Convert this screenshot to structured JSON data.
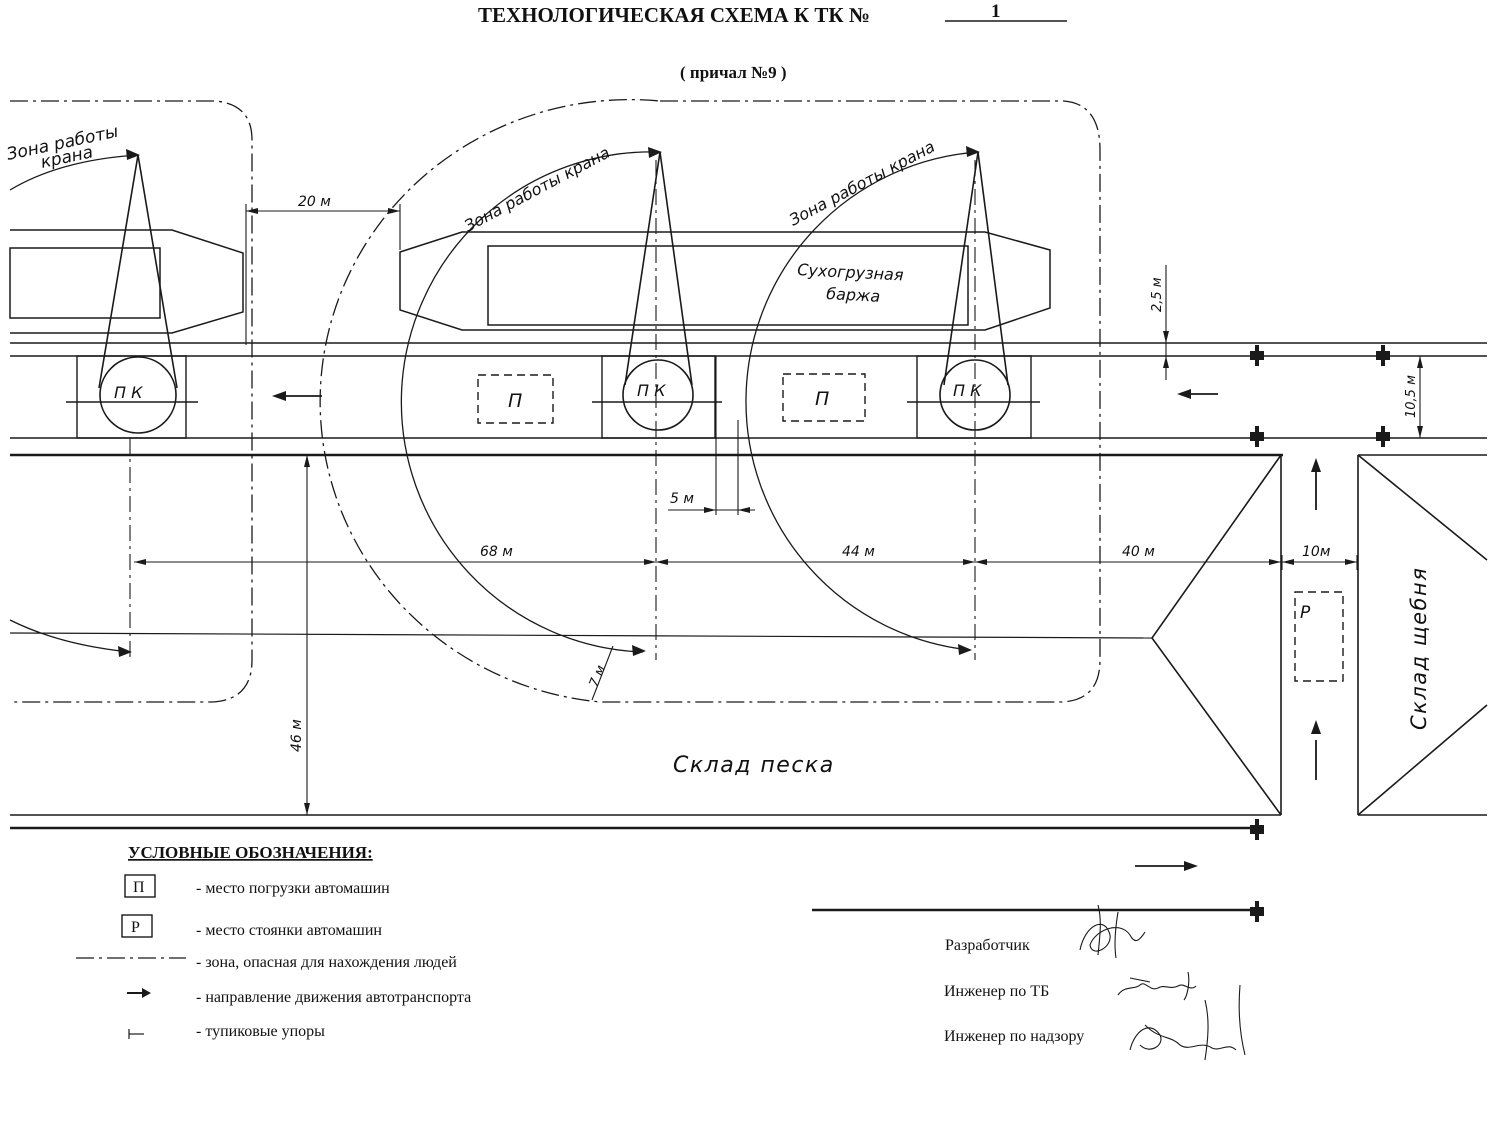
{
  "header": {
    "title": "ТЕХНОЛОГИЧЕСКАЯ СХЕМА К ТК №",
    "scheme_number": "1",
    "subtitle": "( причал №9 )"
  },
  "labels": {
    "crane_zone_left_line1": "Зона работы",
    "crane_zone_left_line2": "крана",
    "crane_zone_mid": "Зона работы крана",
    "crane_zone_right": "Зона работы крана",
    "barge_line1": "Сухогрузная",
    "barge_line2": "баржа",
    "crane_symbol": "П К",
    "loading_symbol": "П",
    "parking_symbol": "Р",
    "sand_store": "Склад песка",
    "gravel_store": "Склад щебня"
  },
  "dimensions": {
    "d_20m": "20 м",
    "d_2_5m": "2,5 м",
    "d_10_5m": "10,5 м",
    "d_5m": "5 м",
    "d_68m": "68 м",
    "d_44m": "44 м",
    "d_40m": "40 м",
    "d_10m": "10м",
    "d_7m": "7 м",
    "d_46m": "46 м"
  },
  "legend": {
    "title": "УСЛОВНЫЕ ОБОЗНАЧЕНИЯ:",
    "items": [
      {
        "symbol": "П",
        "text": "- место погрузки автомашин",
        "kind": "box"
      },
      {
        "symbol": "Р",
        "text": "- место стоянки автомашин",
        "kind": "box"
      },
      {
        "symbol": "",
        "text": "- зона, опасная для нахождения людей",
        "kind": "dashdot"
      },
      {
        "symbol": "→",
        "text": "- направление движения автотранспорта",
        "kind": "arrow"
      },
      {
        "symbol": "⊢",
        "text": "- тупиковые упоры",
        "kind": "stop"
      }
    ]
  },
  "signatures": {
    "developer": "Разработчик",
    "safety_engineer": "Инженер по ТБ",
    "supervisor": "Инженер по надзору"
  },
  "colors": {
    "ink": "#1a1a1a",
    "paper": "#ffffff"
  }
}
